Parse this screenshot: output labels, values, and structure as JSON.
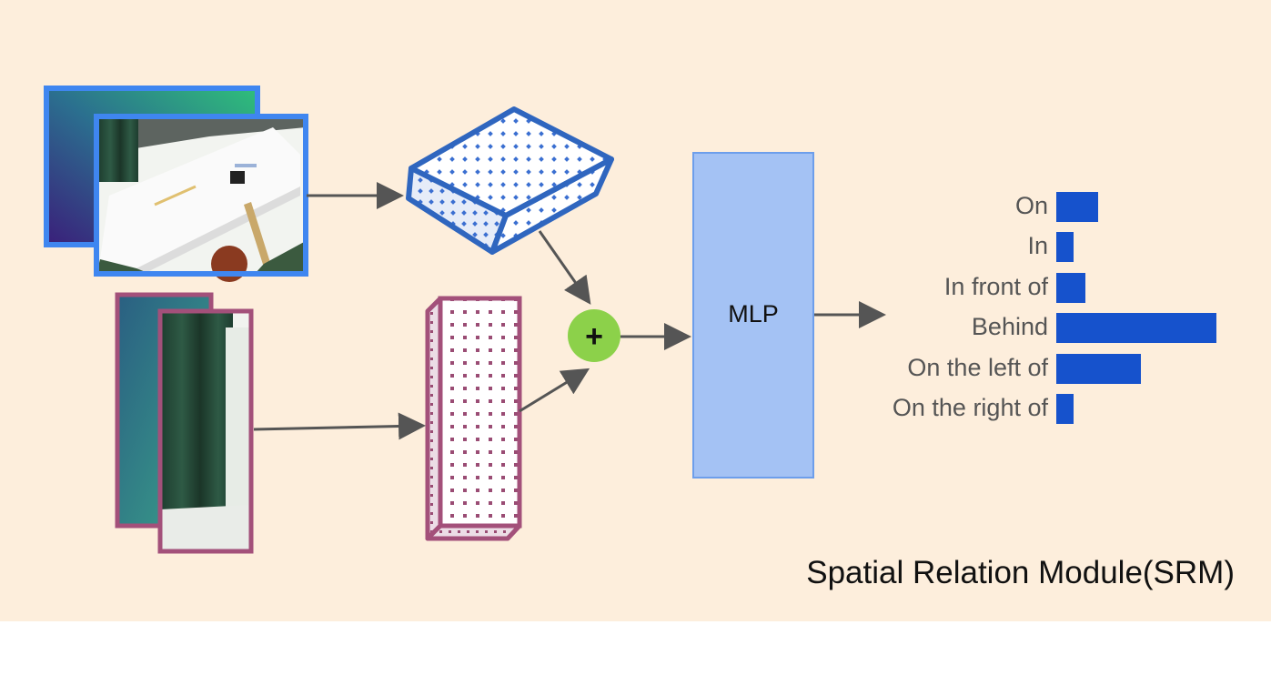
{
  "panel": {
    "background": "#fdeedc"
  },
  "colors": {
    "global_frame": "#3f86f0",
    "object_frame": "#a3507a",
    "global_feature": "#2f66bf",
    "object_feature": "#a3507a",
    "plus_node": "#8cd14a",
    "mlp_fill": "#a4c2f4",
    "mlp_border": "#6d9eeb",
    "bar": "#1652cc",
    "arrow": "#555555"
  },
  "mlp": {
    "label": "MLP"
  },
  "plus": {
    "symbol": "+"
  },
  "relations": [
    {
      "label": "On",
      "score": 0.26
    },
    {
      "label": "In",
      "score": 0.11
    },
    {
      "label": "In front of",
      "score": 0.18
    },
    {
      "label": "Behind",
      "score": 1.0
    },
    {
      "label": "On the left of",
      "score": 0.53
    },
    {
      "label": "On the right of",
      "score": 0.11
    }
  ],
  "module": {
    "title": "Spatial Relation Module(SRM)"
  }
}
